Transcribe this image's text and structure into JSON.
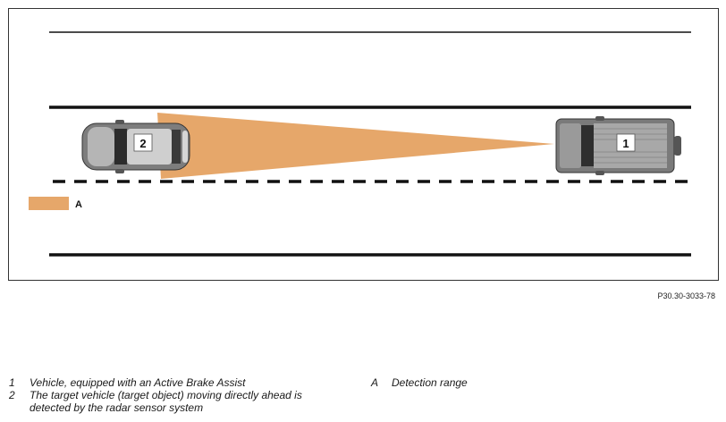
{
  "diagram": {
    "labels": {
      "vehicle_target": "1",
      "vehicle_equipped": "2",
      "range_key": "A"
    },
    "colors": {
      "detection_range": "#e6a76a",
      "road_lines": "#111111",
      "vehicle_body": "#8a8a8a"
    }
  },
  "reference_code": "P30.30-3033-78",
  "legend": {
    "items": [
      {
        "key": "1",
        "text": "Vehicle, equipped with an Active Brake Assist"
      },
      {
        "key": "2",
        "text": "The target vehicle (target object) moving directly ahead is detected by the radar sensor system"
      }
    ],
    "right": {
      "key": "A",
      "text": "Detection range"
    }
  }
}
